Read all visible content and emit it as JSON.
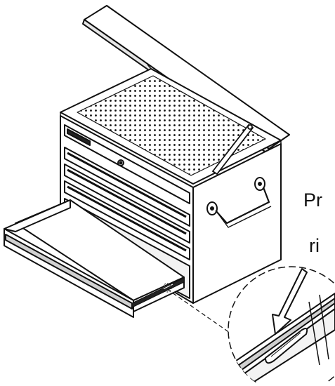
{
  "labels": {
    "line_1": "Pr",
    "line_2": "ri"
  },
  "colors": {
    "ink": "#111111",
    "paper": "#ffffff",
    "shade": "#d0d0d0"
  },
  "icons": {
    "detail_callout": "magnified-slide-release-lever",
    "pointer": "down-left-arrow"
  }
}
